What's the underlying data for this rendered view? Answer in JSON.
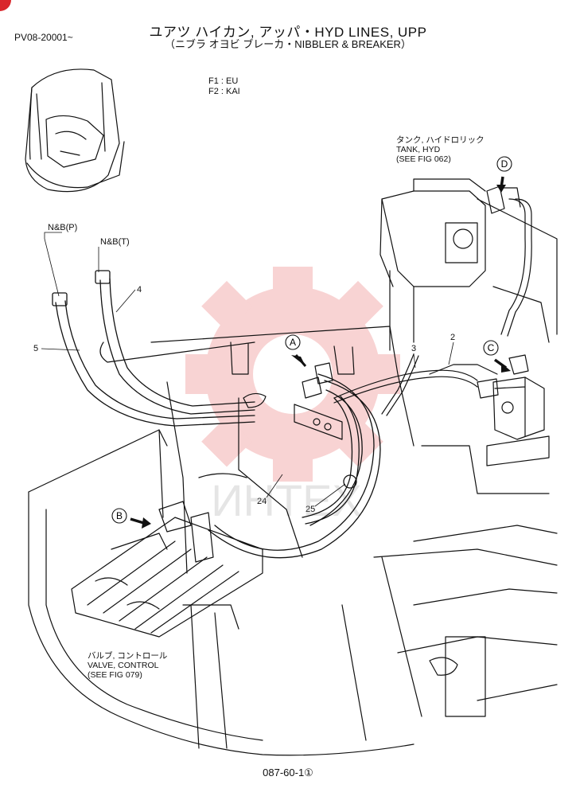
{
  "header": {
    "title": "ユアツ ハイカン, アッパ・HYD LINES, UPP",
    "subtitle": "（ニブラ オヨビ ブレーカ・NIBBLER & BREAKER）",
    "serial": "PV08-20001~"
  },
  "legend": {
    "f1": "F1 : EU",
    "f2": "F2 : KAI"
  },
  "callouts": {
    "tank": {
      "jp": "タンク, ハイドロリック",
      "en": "TANK, HYD",
      "ref": "(SEE FIG 062)"
    },
    "valve": {
      "jp": "バルブ, コントロール",
      "en": "VALVE, CONTROL",
      "ref": "(SEE FIG 079)"
    }
  },
  "labels": {
    "nbp": "N&B(P)",
    "nbt": "N&B(T)",
    "part4": "4",
    "part5": "5",
    "part3": "3",
    "part2": "2",
    "part24": "24",
    "part25": "25",
    "A": "A",
    "B": "B",
    "C": "C",
    "D": "D"
  },
  "watermark": "ИНТЕХ",
  "footer": {
    "page": "087-60-1①"
  }
}
